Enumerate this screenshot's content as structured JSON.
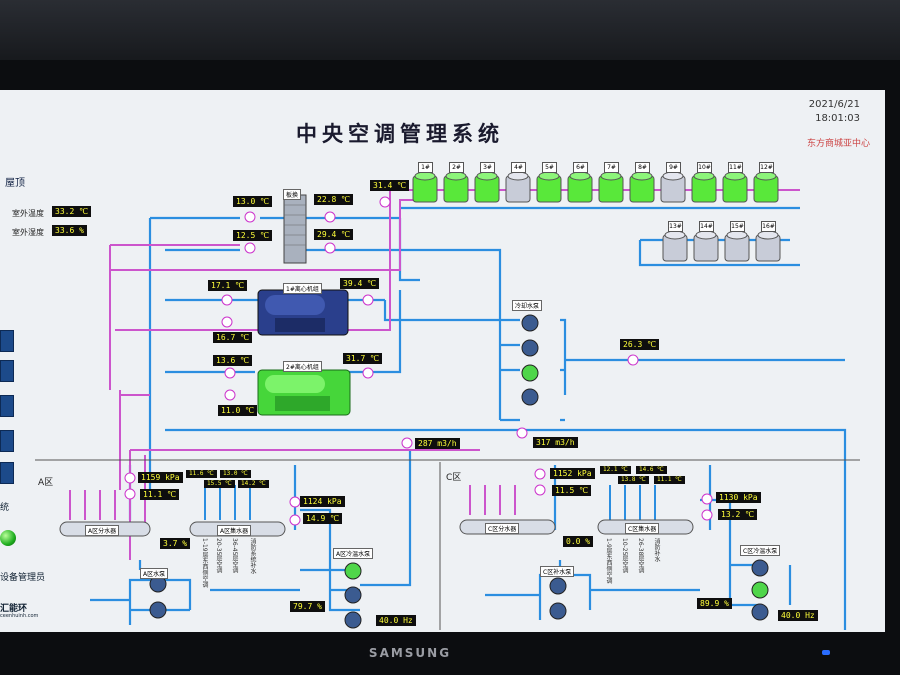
{
  "monitor": {
    "brand": "SAMSUNG"
  },
  "header": {
    "title": "中央空调管理系统",
    "date": "2021/6/21",
    "time": "18:01:03",
    "org": "东方商城亚中心"
  },
  "roof": {
    "section_label": "屋顶",
    "outdoor_temp_label": "室外温度",
    "outdoor_temp": "33.2 ℃",
    "outdoor_humidity_label": "室外湿度",
    "outdoor_humidity": "33.6 %"
  },
  "exchanger": {
    "label": "板换",
    "t1": "13.0 ℃",
    "t2": "22.8 ℃",
    "t3": "12.5 ℃",
    "t4": "29.4 ℃"
  },
  "tower_header_temp": "31.4 ℃",
  "towers_row1": [
    "1#",
    "2#",
    "3#",
    "4#",
    "5#",
    "6#",
    "7#",
    "8#",
    "9#",
    "10#",
    "11#",
    "12#"
  ],
  "towers_row1_state": [
    "on",
    "on",
    "on",
    "off",
    "on",
    "on",
    "on",
    "on",
    "off",
    "on",
    "on",
    "on"
  ],
  "towers_row2": [
    "13#",
    "14#",
    "15#",
    "16#"
  ],
  "chiller1": {
    "label": "1#离心机组",
    "t_in": "17.1 ℃",
    "t_cond": "39.4 ℃",
    "t_out": "16.7 ℃"
  },
  "chiller2": {
    "label": "2#离心机组",
    "t_in": "13.6 ℃",
    "t_cond": "31.7 ℃",
    "t_out": "11.0 ℃"
  },
  "cooling_pumps": {
    "label": "冷却水泵",
    "temp": "26.3 ℃"
  },
  "flows": {
    "f1": "287 m3/h",
    "f2": "317 m3/h"
  },
  "zone_a": {
    "label": "A区",
    "pressure_supply": "1159 kPa",
    "temp_supply": "11.1 ℃",
    "pressure_return": "1124 kPa",
    "temp_return": "14.9 ℃",
    "branch_temps": [
      "11.6 ℃",
      "15.5 ℃",
      "13.0 ℃",
      "14.2 ℃"
    ],
    "supply_header": "A区分水器",
    "return_header": "A区集水器",
    "valve_pct": "3.7 %",
    "pump_group": "A区水泵",
    "cool_pump_group": "A区冷温水泵",
    "pump_pct": "79.7 %",
    "freq": "40.0 Hz",
    "branch_names": [
      "1-19层东西侧空调",
      "20-35层空调",
      "36-45层空调",
      "消防系统补水"
    ]
  },
  "zone_c": {
    "label": "C区",
    "pressure_supply": "1152 kPa",
    "temp_supply": "11.5 ℃",
    "pressure_return": "1130 kPa",
    "temp_return": "13.2 ℃",
    "branch_temps": [
      "12.1 ℃",
      "13.8 ℃",
      "14.6 ℃",
      "11.1 ℃"
    ],
    "supply_header": "C区分水器",
    "return_header": "C区集水器",
    "valve_pct": "0.0 %",
    "pump_group": "C区补水泵",
    "cool_pump_group": "C区冷温水泵",
    "pump_pct": "89.9 %",
    "freq": "40.0 Hz",
    "branch_names": [
      "1-9层东西侧空调",
      "10-25层空调",
      "26-38层空调",
      "消防补水"
    ]
  },
  "sidebar": {
    "mgmt_button": "设备管理员",
    "brand_label": "汇能环",
    "brand_url": "ceenhuinh.com",
    "item_label": "统"
  },
  "colors": {
    "pipe_blue": "#2b8ee0",
    "pipe_magenta": "#cc55cc",
    "tower_on": "#59e83a",
    "tower_off": "#c8ccd8"
  }
}
